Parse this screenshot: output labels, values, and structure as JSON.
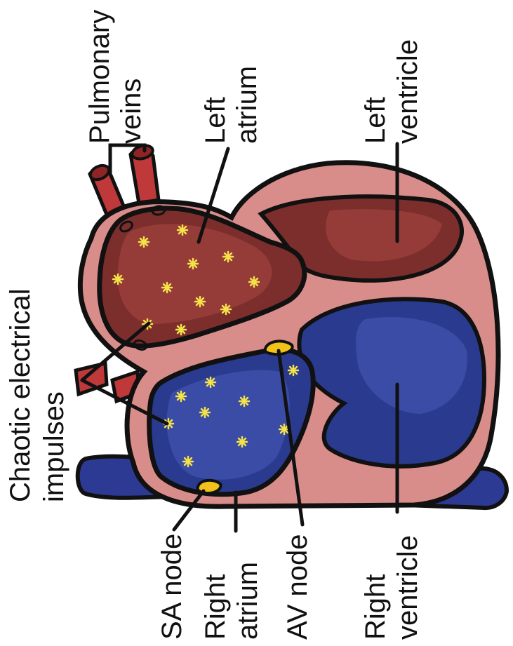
{
  "labels": {
    "pulmonary_veins": [
      "Pulmonary",
      "veins"
    ],
    "left_atrium": [
      "Left",
      "atrium"
    ],
    "left_ventricle": [
      "Left",
      "ventricle"
    ],
    "chaotic_impulses": [
      "Chaotic electrical",
      "impulses"
    ],
    "sa_node": "SA node",
    "right_atrium": [
      "Right",
      "atrium"
    ],
    "av_node": "AV node",
    "right_ventricle": [
      "Right",
      "ventricle"
    ]
  },
  "colors": {
    "wall": "#d98d8b",
    "left_chamber": "#7b2e2c",
    "left_chamber_light": "#963c38",
    "right_chamber": "#2a3a8e",
    "right_chamber_light": "#3a4ca6",
    "vessel_red": "#c0393a",
    "vessel_blue": "#2c3a94",
    "node": "#f2c21b",
    "spark": "#f3e24a",
    "outline": "#111111"
  }
}
